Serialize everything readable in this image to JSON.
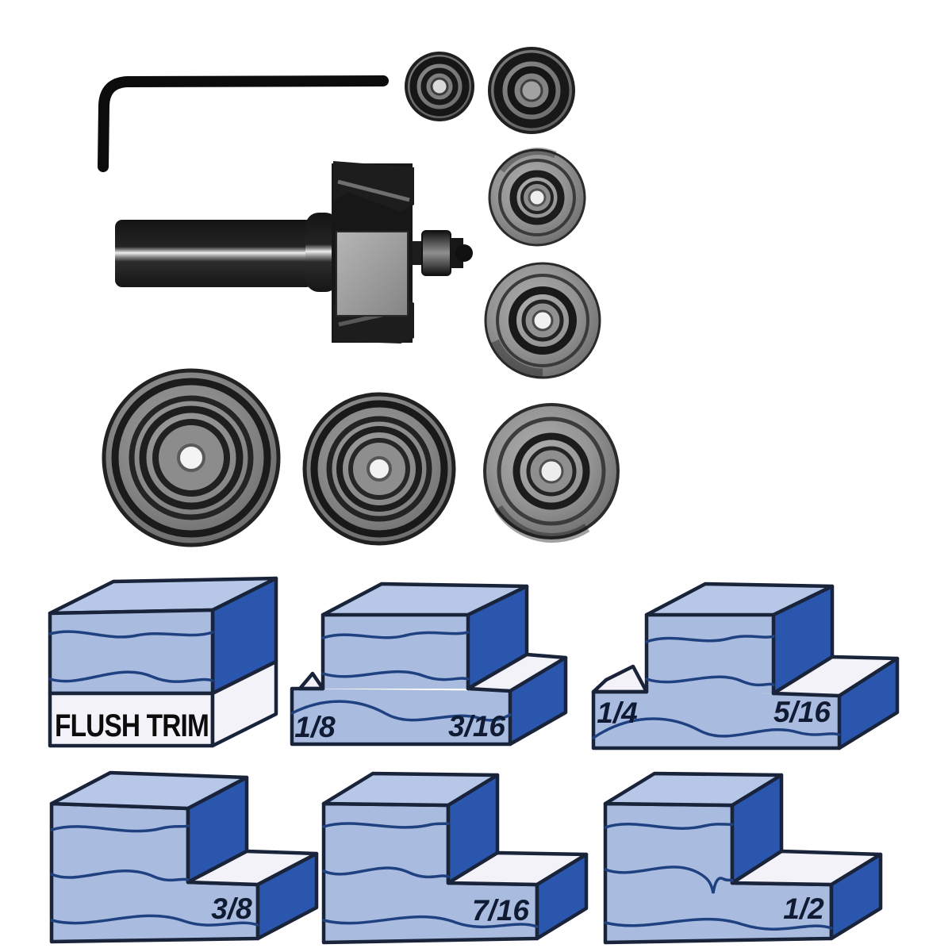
{
  "photo": {
    "parts": [
      {
        "name": "hex-key"
      },
      {
        "name": "rabbeting-router-bit"
      },
      {
        "name": "bearing",
        "count": 7
      }
    ]
  },
  "diagrams": [
    {
      "id": "flush-trim",
      "labels": [
        "FLUSH TRIM"
      ]
    },
    {
      "id": "rabbet-1-8-3-16",
      "labels": [
        "1/8",
        "3/16"
      ]
    },
    {
      "id": "rabbet-1-4-5-16",
      "labels": [
        "1/4",
        "5/16"
      ]
    },
    {
      "id": "rabbet-3-8",
      "labels": [
        "3/8"
      ]
    },
    {
      "id": "rabbet-7-16",
      "labels": [
        "7/16"
      ]
    },
    {
      "id": "rabbet-1-2",
      "labels": [
        "1/2"
      ]
    }
  ],
  "colors": {
    "lightBlue": "#a9bce0",
    "topBlue": "#b7c7e8",
    "darkBlue": "#2b56ad",
    "whiteFace": "#f3f2f8",
    "outline": "#19233a",
    "grain": "#1f4180",
    "label": "#101b33",
    "background": "#ffffff"
  }
}
